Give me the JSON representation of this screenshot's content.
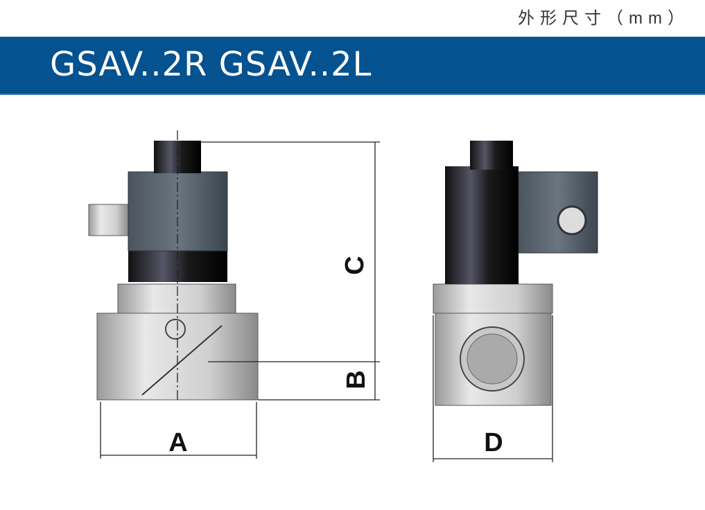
{
  "header": {
    "unit_label": "外形尺寸（mm）",
    "title": "GSAV..2R GSAV..2L"
  },
  "dimensions": {
    "a": "A",
    "b": "B",
    "c": "C",
    "d": "D"
  }
}
